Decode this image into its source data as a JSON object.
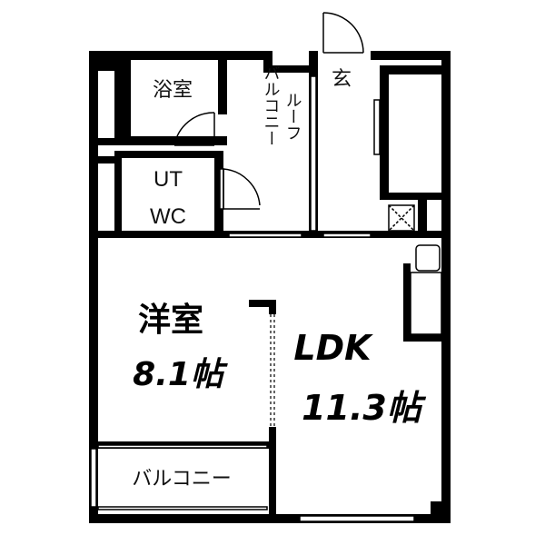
{
  "rooms": {
    "bath": "浴室",
    "ut": "UT",
    "wc": "WC",
    "roof_balcony": [
      "ルーフ",
      "バルコニー"
    ],
    "entrance": "玄",
    "western_room_name": "洋室",
    "western_room_size": "8.1帖",
    "ldk_name": "LDK",
    "ldk_size": "11.3帖",
    "balcony": "バルコニー"
  },
  "colors": {
    "wall": "#000000",
    "background": "#ffffff"
  }
}
